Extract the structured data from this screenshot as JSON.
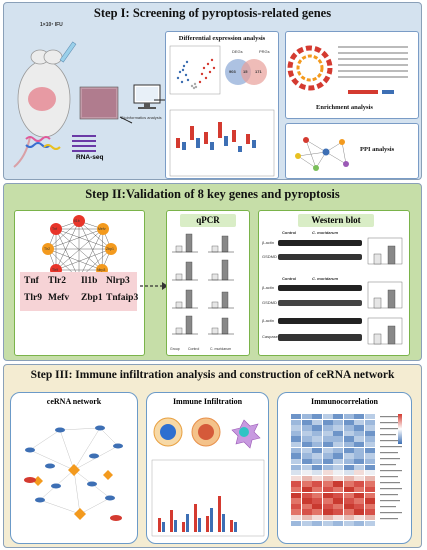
{
  "steps": [
    {
      "title": "Step I: Screening of pyroptosis-related genes"
    },
    {
      "title": "Step II:Validation of 8 key genes and pyroptosis"
    },
    {
      "title": "Step III: Immune infiltration analysis and construction of ceRNA network"
    }
  ],
  "step1": {
    "ifu_label": "1×10⁷ IFU",
    "rnaseq_label": "RNA-seq",
    "bioinfo_label": "Bioinformatics analysis",
    "dea_title": "Differential expression analysis",
    "enrichment_title": "Enrichment analysis",
    "ppi_title": "PPI analysis",
    "venn_values": [
      "903",
      "15",
      "171"
    ],
    "venn_labels": [
      "DEGs",
      "PRGs"
    ]
  },
  "step2": {
    "network_nodes": [
      "Il1b",
      "Tnf",
      "Mefv",
      "Zbp1",
      "Nlrp3",
      "Tnfaip3",
      "Tlr9",
      "Tlr2"
    ],
    "genes_row1": [
      "Tnf",
      "Tlr2",
      "Il1b",
      "Nlrp3"
    ],
    "genes_row2": [
      "Tlr9",
      "Mefv",
      "Zbp1",
      "Tnfaip3"
    ],
    "qpcr_title": "qPCR",
    "wb_title": "Western blot",
    "wb_control": "Control",
    "wb_cm": "C. muridarum",
    "wb_rows": [
      "β-actin",
      "GSDMD",
      "β-actin",
      "GSDMD",
      "β-actin",
      "Caspase-1"
    ],
    "legend_group": "Group",
    "legend_control": "Control",
    "legend_cm": "C. muridarum"
  },
  "step3": {
    "cerna_title": "ceRNA network",
    "immune_title": "Immune Infiltration",
    "immuno_title": "Immunocorrelation"
  },
  "colors": {
    "step1_bg": "#d4e2ef",
    "step2_bg": "#c6dea8",
    "step3_bg": "#f4ecd2",
    "node_red": "#e8352a",
    "node_orange": "#f39a1e",
    "node_yellow": "#f7d038",
    "gene_box": "#f6d3d6",
    "heat_red": "#d43a30",
    "heat_blue": "#3d6fb4"
  }
}
